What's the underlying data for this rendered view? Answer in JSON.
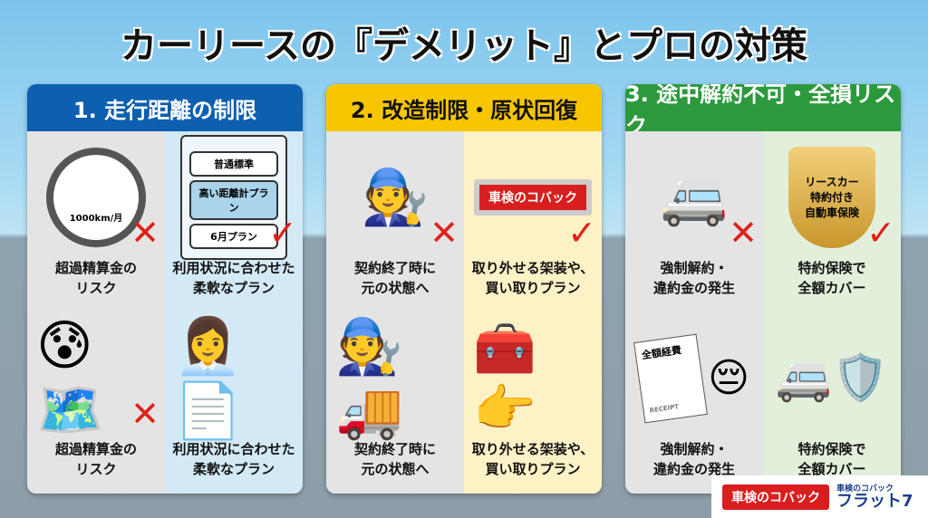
{
  "title": "カーリースの『デメリット』とプロの対策",
  "panels": [
    {
      "heading": "1. 走行距離の制限",
      "header_color": "#0d5fb0",
      "right_bg": "#d3e9f6",
      "speedometer_label": "1000km/月",
      "plan_options": [
        "普通標準",
        "高い距離計プラン",
        "6月プラン"
      ],
      "problem_top": "超過精算金の\nリスク",
      "solution_top": "利用状況に合わせた\n柔軟なプラン",
      "problem_bottom": "超過精算金の\nリスク",
      "solution_bottom": "利用状況に合わせた\n柔軟なプラン"
    },
    {
      "heading": "2. 改造制限・原状回復",
      "header_color": "#f7c600",
      "right_bg": "#fdf2c6",
      "sign_text": "車検のコバック",
      "problem_top": "契約終了時に\n元の状態へ",
      "solution_top": "取り外せる架装や、\n買い取りプラン",
      "problem_bottom": "契約終了時に\n元の状態へ",
      "solution_bottom": "取り外せる架装や、\n買い取りプラン"
    },
    {
      "heading": "3. 途中解約不可・全損リスク",
      "header_color": "#2c9a3c",
      "right_bg": "#e2f0db",
      "shield_text": "リースカー\n特約付き\n自動車保険",
      "receipt_title": "全額経費",
      "receipt_label": "RECEIPT",
      "problem_top": "強制解約・\n違約金の発生",
      "solution_top": "特約保険で\n全額カバー",
      "problem_bottom": "強制解約・\n違約金の発生",
      "solution_bottom": "特約保険で\n全額カバー"
    }
  ],
  "marks": {
    "cross": "✕",
    "check": "✓"
  },
  "footer": {
    "kobac_logo": "車検のコバック",
    "flat7_sub": "車検のコバック",
    "flat7_main": "フラット7"
  }
}
